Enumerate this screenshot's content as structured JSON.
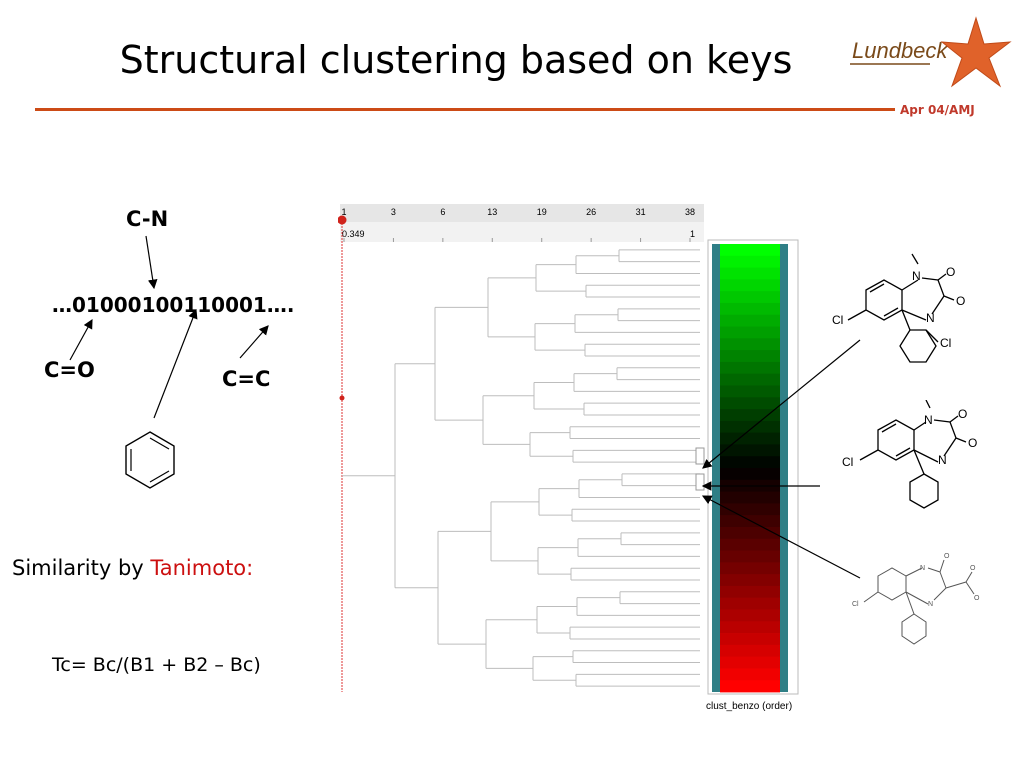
{
  "slide": {
    "title": "Structural clustering based on keys",
    "date": "Apr 04/AMJ",
    "logo_text": "Lundbeck",
    "accent_color": "#cc4b16"
  },
  "keys": {
    "label_cn": "C-N",
    "bitstring": "…01000100110001….",
    "label_co": "C=O",
    "label_cc": "C=C"
  },
  "similarity": {
    "prefix": "Similarity by ",
    "method": "Tanimoto:",
    "formula": "Tc= Bc/(B1 + B2 – Bc)"
  },
  "dendrogram": {
    "ticks": [
      "1",
      "3",
      "6",
      "13",
      "19",
      "26",
      "31",
      "38"
    ],
    "scale_left": "0.349",
    "scale_right": "1",
    "caption": "clust_benzo (order)",
    "leaf_count": 38
  },
  "molecules": {
    "atoms": {
      "n": "N",
      "o": "O",
      "cl": "Cl"
    }
  }
}
